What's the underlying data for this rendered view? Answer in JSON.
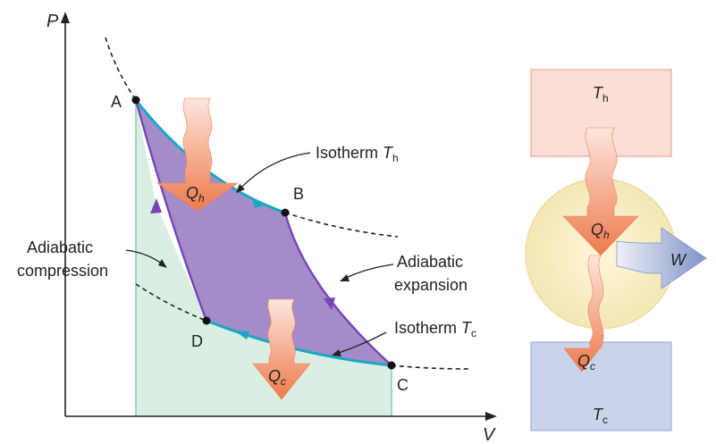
{
  "axes": {
    "y_label": "P",
    "x_label": "V"
  },
  "points": {
    "a": "A",
    "b": "B",
    "c": "C",
    "d": "D"
  },
  "labels": {
    "isotherm_h": "Isotherm",
    "isotherm_h_sym": "T",
    "isotherm_h_sub": "h",
    "isotherm_c": "Isotherm",
    "isotherm_c_sym": "T",
    "isotherm_c_sub": "c",
    "adiabatic_compression_1": "Adiabatic",
    "adiabatic_compression_2": "compression",
    "adiabatic_expansion_1": "Adiabatic",
    "adiabatic_expansion_2": "expansion"
  },
  "heat": {
    "qh_sym": "Q",
    "qh_sub": "h",
    "qc_sym": "Q",
    "qc_sub": "c"
  },
  "engine": {
    "hot_sym": "T",
    "hot_sub": "h",
    "cold_sym": "T",
    "cold_sub": "c",
    "qh_sym": "Q",
    "qh_sub": "h",
    "qc_sym": "Q",
    "qc_sub": "c",
    "work": "W"
  },
  "colors": {
    "isotherm": "#17a8c4",
    "adiabat": "#7a44b8",
    "cycle_fill": "#a48cc9",
    "under_fill": "#d9efe1",
    "hot_reservoir": "#fbded6",
    "cold_reservoir": "#c9d3ea",
    "heat_arrow": "#f08a5d",
    "work_arrow": "#8ea0cf"
  }
}
